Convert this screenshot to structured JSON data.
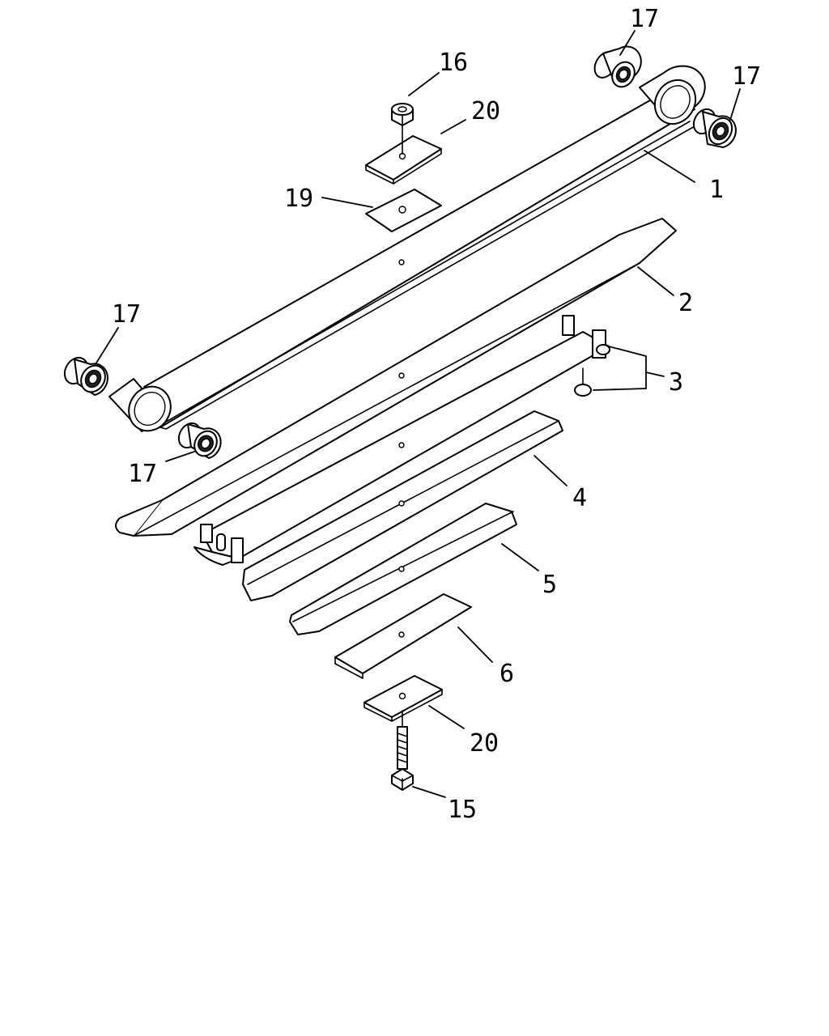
{
  "callouts": {
    "c1": "1",
    "c2": "2",
    "c3": "3",
    "c4": "4",
    "c5": "5",
    "c6": "6",
    "c15": "15",
    "c16": "16",
    "c17a": "17",
    "c17b": "17",
    "c17c": "17",
    "c17d": "17",
    "c19": "19",
    "c20a": "20",
    "c20b": "20"
  },
  "colors": {
    "line": "#000000",
    "background": "#ffffff"
  }
}
